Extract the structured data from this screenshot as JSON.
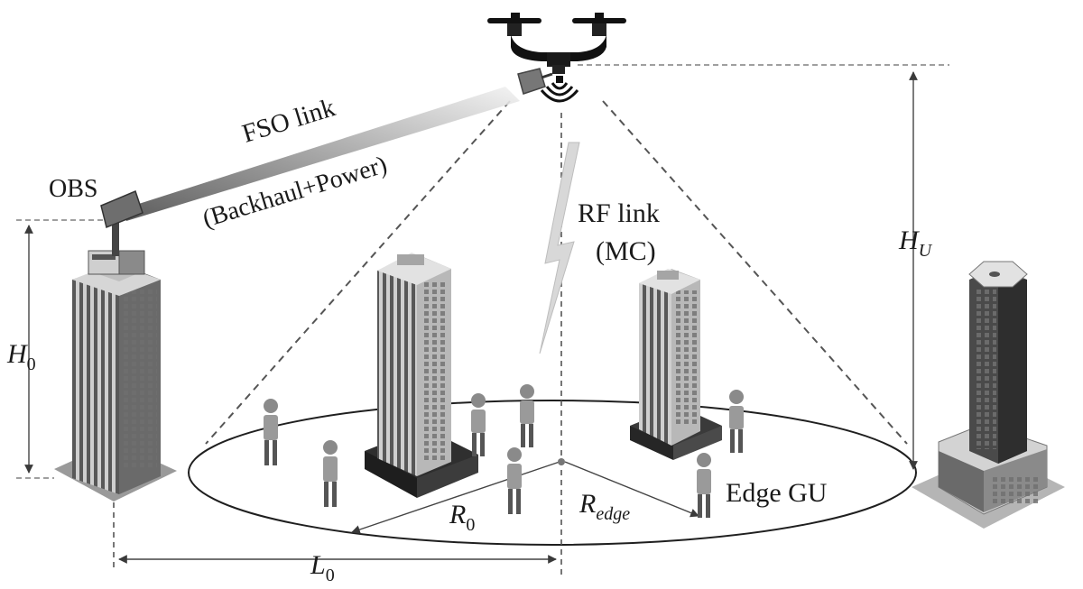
{
  "labels": {
    "obs": "OBS",
    "fso_line1": "FSO link",
    "fso_line2": "(Backhaul+Power)",
    "rf_line1": "RF link",
    "rf_line2": "(MC)",
    "edge_gu": "Edge GU"
  },
  "symbols": {
    "h0_main": "H",
    "h0_sub": "0",
    "hu_main": "H",
    "hu_sub": "U",
    "r0_main": "R",
    "r0_sub": "0",
    "redge_main": "R",
    "redge_sub": "edge",
    "l0_main": "L",
    "l0_sub": "0"
  },
  "colors": {
    "ink": "#1a1a1a",
    "dashed": "#555555",
    "building_dark": "#3c3c3c",
    "building_mid": "#8a8a8a",
    "building_light": "#d0d0d0",
    "lightning": "#d8d8d8"
  },
  "icons": {
    "uav": "quadcopter-drone-icon",
    "obs_terminal": "optical-terminal-icon",
    "user": "ground-user-icon",
    "building": "skyscraper-icon",
    "lightning": "lightning-bolt-icon"
  }
}
